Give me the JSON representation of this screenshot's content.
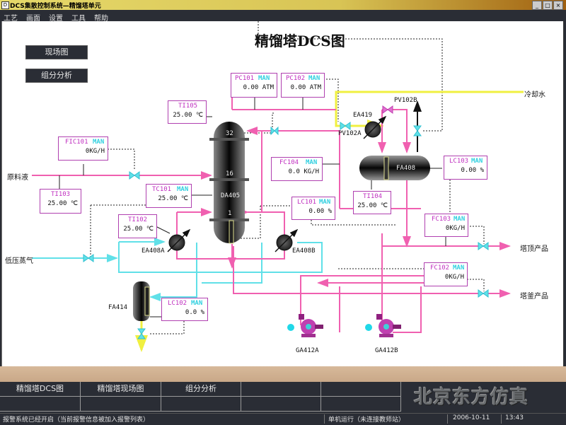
{
  "window": {
    "title": "DCS集散控制系统—精馏塔单元",
    "controls": [
      "_",
      "□",
      "×"
    ]
  },
  "menu": [
    "工艺",
    "画面",
    "设置",
    "工具",
    "帮助"
  ],
  "diagram": {
    "title": "精馏塔DCS图",
    "nav_buttons": [
      "现场图",
      "组分分析"
    ],
    "tags": {
      "PC101": {
        "name": "PC101",
        "mode": "MAN",
        "value": "0.00 ATM"
      },
      "PC102": {
        "name": "PC102",
        "mode": "MAN",
        "value": "0.00 ATM"
      },
      "TI105": {
        "name": "TI105",
        "value": "25.00 ℃"
      },
      "FIC101": {
        "name": "FIC101",
        "mode": "MAN",
        "value": "0KG/H"
      },
      "TI103": {
        "name": "TI103",
        "value": "25.00 ℃"
      },
      "TC101": {
        "name": "TC101",
        "mode": "MAN",
        "value": "25.00 ℃"
      },
      "TI102": {
        "name": "TI102",
        "value": "25.00 ℃"
      },
      "FC104": {
        "name": "FC104",
        "mode": "MAN",
        "value": "0.0 KG/H"
      },
      "LC101": {
        "name": "LC101",
        "mode": "MAN",
        "value": "0.00 %"
      },
      "TI104": {
        "name": "TI104",
        "value": "25.00 ℃"
      },
      "LC103": {
        "name": "LC103",
        "mode": "MAN",
        "value": "0.00 %"
      },
      "FC103": {
        "name": "FC103",
        "mode": "MAN",
        "value": "0KG/H"
      },
      "FC102": {
        "name": "FC102",
        "mode": "MAN",
        "value": "0KG/H"
      },
      "LC102": {
        "name": "LC102",
        "mode": "MAN",
        "value": "0.0 %"
      }
    },
    "equipment": {
      "column": "DA405",
      "tray_top": "32",
      "tray_mid": "16",
      "tray_bottom": "1",
      "drum": "FA408",
      "condenser": "EA419",
      "reboiler_a": "EA408A",
      "reboiler_b": "EA408B",
      "tank": "FA414",
      "pump_a": "GA412A",
      "pump_b": "GA412B",
      "valve_a": "PV102A",
      "valve_b": "PV102B"
    },
    "streams": {
      "feed": "原料液",
      "steam": "低压蒸气",
      "cooling_water": "冷却水",
      "top_product": "塔顶产品",
      "bottom_product": "塔釜产品"
    },
    "colors": {
      "process": "#f060b0",
      "steam": "#60e0e8",
      "water": "#f0f040",
      "tag_border": "#b040b0"
    }
  },
  "bottom_tabs": [
    "精馏塔DCS图",
    "精馏塔现场图",
    "组分分析",
    "",
    "",
    "",
    "",
    "",
    "",
    "",
    "",
    ""
  ],
  "brand": "北京东方仿真",
  "status": {
    "message": "报警系统已经开启（当前报警信息被加入报警列表）",
    "mode": "单机运行（未连接教师站）",
    "date": "2006-10-11",
    "time": "13:43"
  }
}
